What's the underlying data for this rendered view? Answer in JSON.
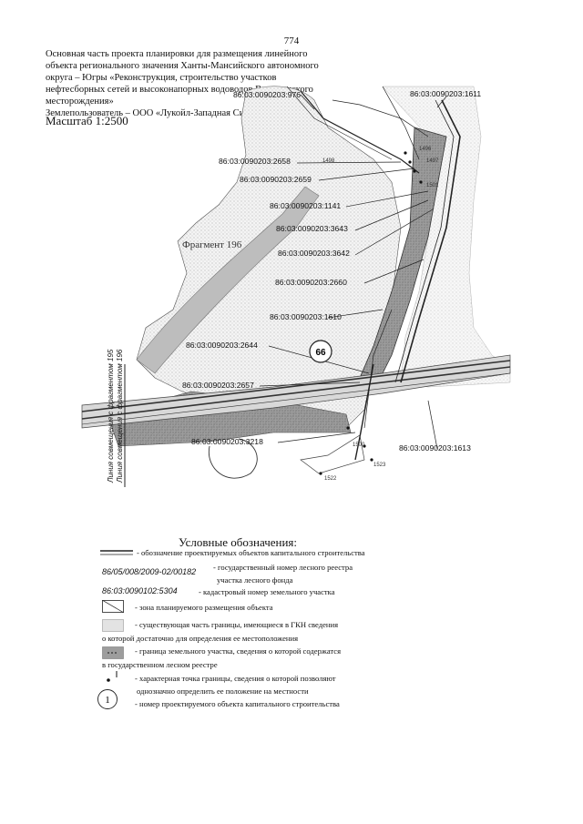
{
  "page_number": "774",
  "header": {
    "lines": [
      "Основная часть проекта планировки для размещения линейного",
      "объекта регионального значения Ханты-Мансийского автономного",
      "округа – Югры «Реконструкция, строительство участков",
      "нефтесборных сетей и высоконапорных водоводов Ватьеганского",
      "месторождения»"
    ],
    "land_user": "Землепользователь – ООО «Лукойл-Западная Сибирь»"
  },
  "scale": "Масштаб 1:2500",
  "map": {
    "fragment_label": "Фрагмент 196",
    "object_number": "66",
    "cadastral_labels": [
      "86:03:0090203:976",
      "86:03:0090203:1611",
      "86:03:0090203:2658",
      "86:03:0090203:2659",
      "86:03:0090203:1141",
      "86:03:0090203:3643",
      "86:03:0090203:3642",
      "86:03:0090203:2660",
      "86:03:0090203:1610",
      "86:03:0090203:2644",
      "86:03:0090203:2657",
      "86:03:0090203:3218",
      "86:03:0090203:1613"
    ],
    "point_labels": [
      "1496",
      "1497",
      "1498",
      "1500",
      "1501",
      "1522",
      "1523"
    ],
    "side_labels": [
      "Линия совмещения с фрагментом 195",
      "Линия совмещения с фрагментом 196"
    ]
  },
  "legend": {
    "title": "Условные обозначения:",
    "items": [
      {
        "code": "",
        "text": [
          "- обозначение проектируемых объектов капитального строительства"
        ]
      },
      {
        "code": "86/05/008/2009-02/00182",
        "text": [
          "- государственный номер лесного реестра",
          "участка лесного фонда"
        ]
      },
      {
        "code": "86:03:0090102:5304",
        "text": [
          "- кадастровый номер земельного участка"
        ]
      },
      {
        "code": "",
        "text": [
          "- зона планируемого размещения объекта"
        ]
      },
      {
        "code": "",
        "text": [
          "- существующая часть границы, имеющиеся в ГКН сведения",
          "о которой достаточно для определения ее местоположения"
        ]
      },
      {
        "code": "",
        "text": [
          "- граница земельного участка, сведения о которой содержатся",
          "в государственном лесном реестре"
        ]
      },
      {
        "code": "",
        "text": [
          "- характерная точка границы, сведения о которой позволяют",
          "однозначно определить ее положение на местности"
        ]
      },
      {
        "code": "",
        "text": [
          "- номер проектируемого объекта капитального строительства"
        ]
      }
    ],
    "symbol_number": "1"
  }
}
